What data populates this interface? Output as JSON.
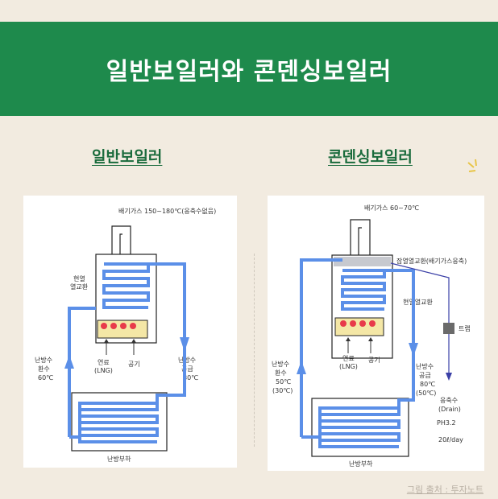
{
  "banner": {
    "title": "일반보일러와 콘덴싱보일러"
  },
  "colors": {
    "banner": "#1e8a4c",
    "heading": "#1a6b3c",
    "pipe": "#5b8fe8",
    "background": "#f2ebe0"
  },
  "left": {
    "heading": "일반보일러",
    "exhaust": "배기가스 150~180℃(응축수없음)",
    "exchanger_1": "현열",
    "exchanger_2": "열교환",
    "fuel_1": "연료",
    "fuel_2": "(LNG)",
    "air": "공기",
    "return_1": "난방수",
    "return_2": "환수",
    "return_3": "60℃",
    "supply_1": "난방수",
    "supply_2": "공급",
    "supply_3": "80℃",
    "load": "난방부하"
  },
  "right": {
    "heading": "콘덴싱보일러",
    "exhaust": "배기가스 60~70℃",
    "latent": "잠열열교환(배기가스응축)",
    "sensible": "현열열교환",
    "trap": "트랩",
    "fuel_1": "연료",
    "fuel_2": "(LNG)",
    "air": "공기",
    "return_1": "난방수",
    "return_2": "환수",
    "return_3": "50℃",
    "return_4": "(30℃)",
    "supply_1": "난방수",
    "supply_2": "공급",
    "supply_3": "80℃",
    "supply_4": "(50℃)",
    "condensate_1": "응축수",
    "condensate_2": "(Drain)",
    "ph": "PH3.2",
    "volume": "20ℓ/day",
    "load": "난방부하"
  },
  "credit": "그림 출처 : 투자노트"
}
